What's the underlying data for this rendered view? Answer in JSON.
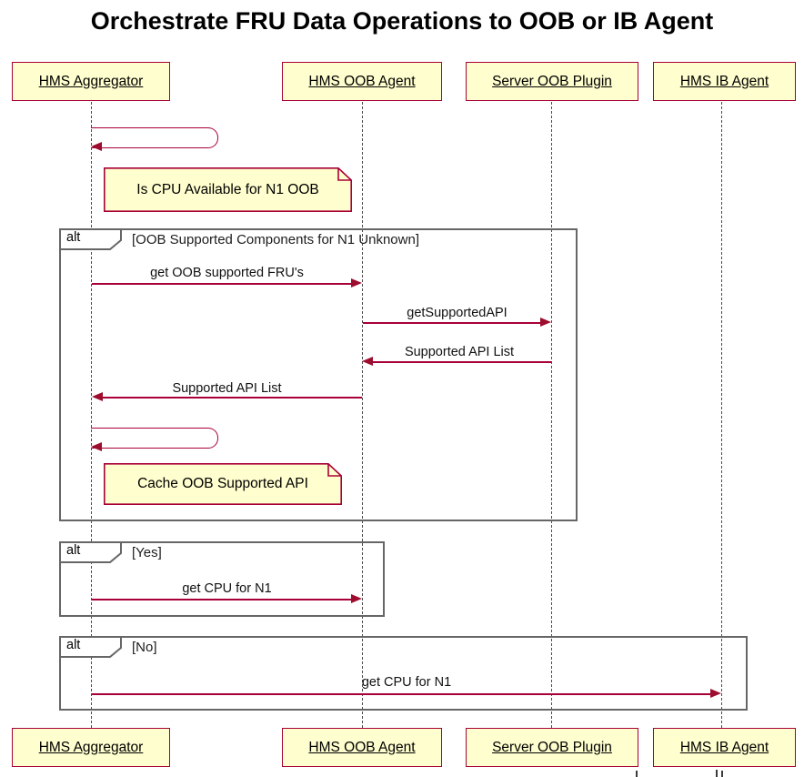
{
  "diagram_type": "uml-sequence-diagram",
  "title": "Orchestrate FRU Data Operations to OOB or IB Agent",
  "participants": [
    "HMS Aggregator",
    "HMS OOB Agent",
    "Server OOB Plugin",
    "HMS IB Agent"
  ],
  "fragments": {
    "unknown": {
      "operator": "alt",
      "condition": "[OOB Supported Components for N1 Unknown]"
    },
    "yes": {
      "operator": "alt",
      "condition": "[Yes]"
    },
    "no": {
      "operator": "alt",
      "condition": "[No]"
    }
  },
  "messages": {
    "get_oob_supported_frus": "get OOB supported FRU's",
    "get_supported_api": "getSupportedAPI",
    "supported_api_list_to_oob_agent": "Supported API List",
    "supported_api_list_to_aggregator": "Supported API List",
    "get_cpu_for_n1_oob": "get CPU for N1",
    "get_cpu_for_n1_ib": "get CPU for N1"
  },
  "notes": {
    "is_cpu_available": "Is CPU Available for N1 OOB",
    "cache_oob_supported_api": "Cache OOB Supported API"
  },
  "colors": {
    "participant_fill": "#FEFECE",
    "participant_border": "#A80036",
    "arrow": "#A80036",
    "note_fill": "#FEFECE",
    "fragment_border": "#666666",
    "lifeline": "#4A4A4A",
    "text": "#000000"
  }
}
